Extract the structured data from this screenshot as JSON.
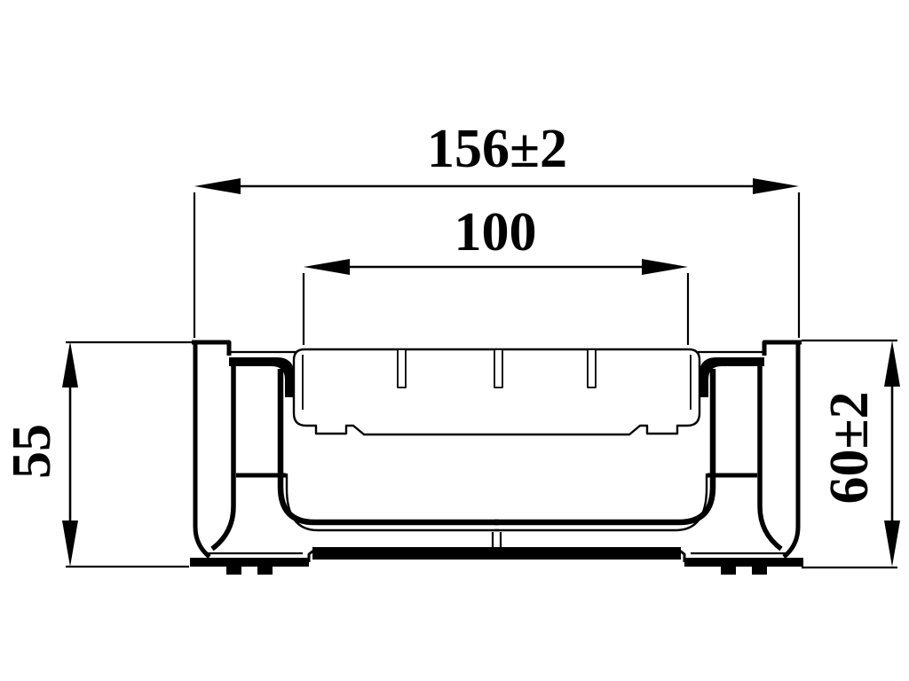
{
  "drawing": {
    "title": "channel-cross-section",
    "background": "#ffffff",
    "line_color": "#000000",
    "dimensions": {
      "overall_width": "156±2",
      "grate_width": "100",
      "body_height_left": "55",
      "overall_height_right": "60±2"
    }
  }
}
